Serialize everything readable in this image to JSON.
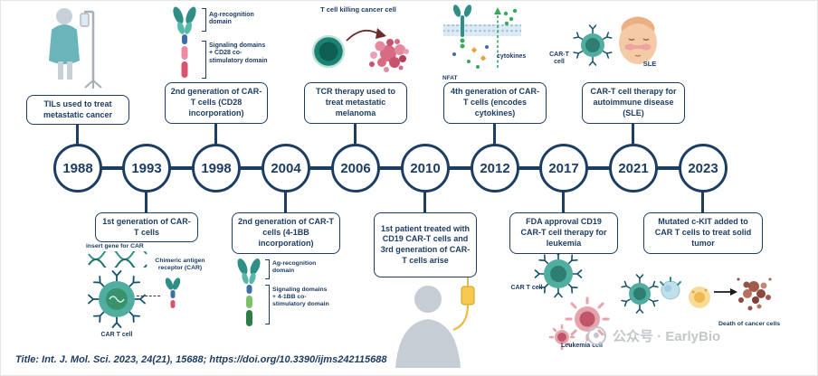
{
  "timeline": {
    "years": [
      "1988",
      "1993",
      "1998",
      "2004",
      "2006",
      "2010",
      "2012",
      "2017",
      "2021",
      "2023"
    ]
  },
  "events": {
    "e1988": {
      "label": "TILs used to treat metastatic cancer"
    },
    "e1993": {
      "label": "1st generation of CAR-T cells"
    },
    "e1998": {
      "label": "2nd generation of CAR-T cells (CD28 incorporation)"
    },
    "e2004": {
      "label": "2nd generation of CAR-T cells (4-1BB incorporation)"
    },
    "e2006": {
      "label": "TCR therapy used to treat metastatic melanoma"
    },
    "e2010": {
      "label": "1st patient treated with CD19 CAR-T cells and 3rd generation of CAR-T cells arise"
    },
    "e2012": {
      "label": "4th generation of CAR-T cells (encodes cytokines)"
    },
    "e2017": {
      "label": "FDA approval CD19 CAR-T cell therapy for leukemia"
    },
    "e2021": {
      "label": "CAR-T cell therapy for autoimmune disease (SLE)"
    },
    "e2023": {
      "label": "Mutated c-KIT added to CAR T cells to treat solid tumor"
    }
  },
  "annotations": {
    "t_cell_killing": "T cell killing cancer cell",
    "ag_recognition_cd28": "Ag-recognition domain",
    "signaling_cd28": "Signaling domains + CD28 co-stimulatory domain",
    "nfat": "NFAT",
    "cytokines": "cytokines",
    "car_t_cell_sle": "CAR-T cell",
    "sle": "SLE",
    "insert_gene": "insert gene for CAR",
    "chimeric_receptor": "Chimeric antigen receptor (CAR)",
    "car_t_cell_1993": "CAR T cell",
    "ag_recognition_41bb": "Ag-recognition domain",
    "signaling_41bb": "Signaling domains + 4-1BB co-stimulatory domain",
    "car_t_cell_2017": "CAR T cell",
    "leukemia_cell": "Leukemia cell",
    "death_of_cancer_cells": "Death of cancer cells"
  },
  "footer": {
    "citation": "Title: Int. J. Mol. Sci. 2023, 24(21), 15688; https://doi.org/10.3390/ijms242115688",
    "watermark": "公众号 · EarlyBio"
  },
  "icons": {
    "patient_iv": "patient-with-iv-stand",
    "car_receptor_cd28": "car-receptor-cd28-diagram",
    "t_cell_killing": "t-cell-attacking-cancer-cell",
    "membrane_cytokines": "membrane-cytokine-secretion-diagram",
    "car_t_cell": "car-t-cell-with-receptors",
    "sle_face": "face-with-butterfly-rash",
    "dna": "dna-helix",
    "car_receptor_41bb": "car-receptor-4-1bb-diagram",
    "patient_silhouette": "patient-silhouette-with-iv-bag",
    "leukemia_cells": "leukemia-cells",
    "dead_cancer_cells": "dead-cancer-cell-debris",
    "watermark_logo": "earlybio-logo"
  },
  "colors": {
    "navy": "#1d3d63",
    "teal_cell": "#4fae9f",
    "teal_dark": "#2f8f86",
    "pink_segment": "#ef8aa4",
    "red_segment": "#d9536e",
    "green_segment": "#2f7d46",
    "cancer_pink": "#d96a84",
    "leukemia_red": "#c05468",
    "iv_yellow": "#f6ca4e",
    "silhouette_gray": "#c6cdd4",
    "watermark_gray": "#c3c7cc"
  }
}
